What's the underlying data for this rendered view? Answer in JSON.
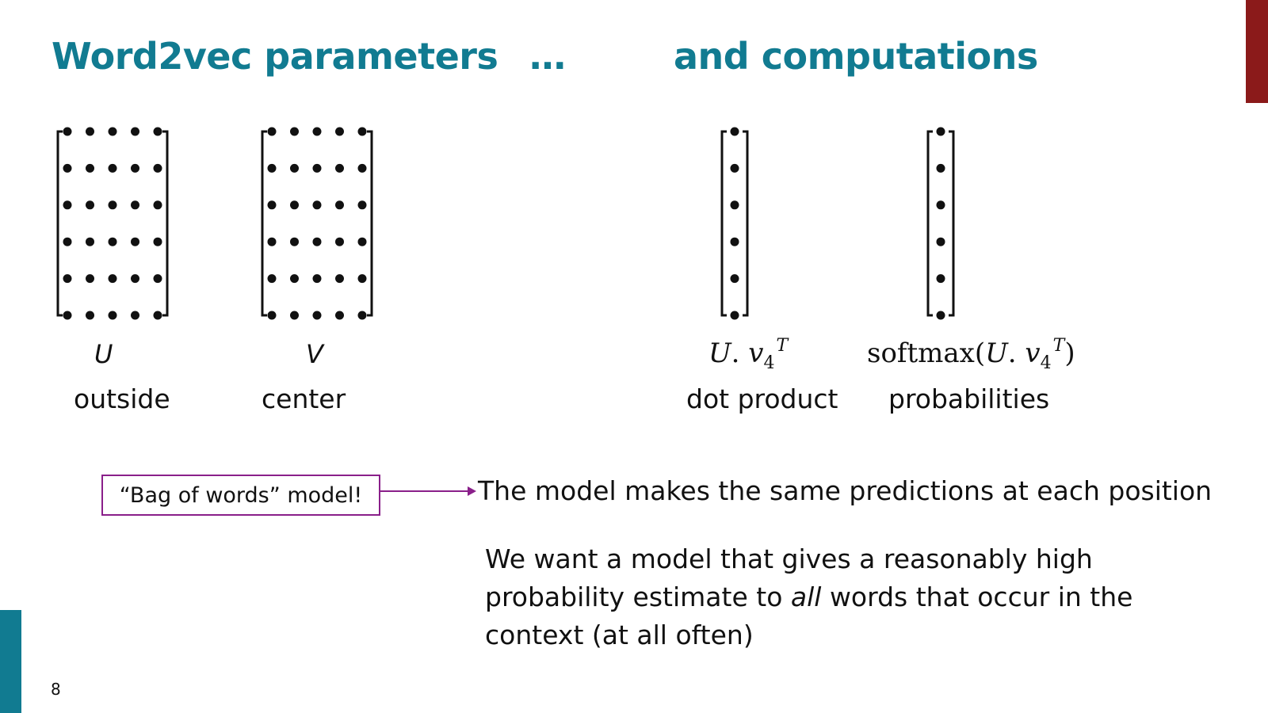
{
  "slide": {
    "title_left": "Word2vec parameters",
    "title_ellipsis": "…",
    "title_right": "and computations",
    "page_number": "8"
  },
  "colors": {
    "title": "#117b91",
    "accent_top": "#8b1a1a",
    "accent_bottom": "#117b91",
    "callout_border": "#8a1f8a"
  },
  "matrices": {
    "u": {
      "symbol": "U",
      "caption": "outside",
      "rows": 6,
      "cols": 5
    },
    "v": {
      "symbol": "V",
      "caption": "center",
      "rows": 6,
      "cols": 5
    },
    "dot": {
      "var": "U",
      "dot": ".",
      "vec": "v",
      "sub": "4",
      "sup": "T",
      "caption": "dot product",
      "rows": 6,
      "cols": 1
    },
    "softmax": {
      "fn": "softmax(",
      "var": "U",
      "dot": ".",
      "vec": "v",
      "sub": "4",
      "sup": "T",
      "close": ")",
      "caption": "probabilities",
      "rows": 6,
      "cols": 1
    }
  },
  "callout": {
    "label": "“Bag of words” model!",
    "statement": "The model makes the same predictions at each position"
  },
  "paragraph": {
    "before_italic": "We want a model that gives a reasonably high probability estimate to ",
    "italic": "all",
    "after_italic": " words that occur in the context (at all often)"
  }
}
